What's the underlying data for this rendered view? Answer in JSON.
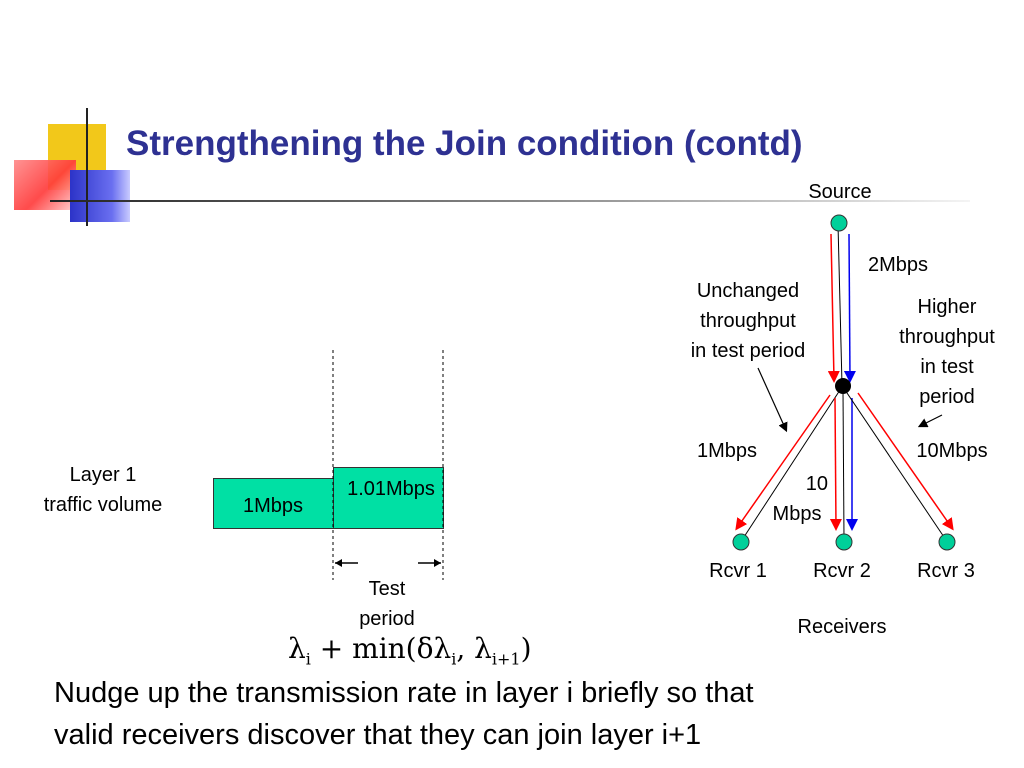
{
  "slide": {
    "title": "Strengthening the Join condition (contd)",
    "bottom_text": {
      "line1": "Nudge up the transmission rate in layer i briefly so that",
      "line2": "valid receivers discover that they can join layer i+1"
    },
    "colors": {
      "title": "#2e3192",
      "bar": "#00e0a4",
      "node": "#00d09a",
      "red_arrow": "#ff0000",
      "blue_arrow": "#0000ee"
    }
  },
  "traffic": {
    "layer_label_1": "Layer 1",
    "layer_label_2": "traffic volume",
    "base_rate": "1Mbps",
    "test_rate": "1.01Mbps",
    "test_label_1": "Test",
    "test_label_2": "period",
    "formula": "λ_i + min(δλ_i, λ_{i+1})"
  },
  "network": {
    "source": "Source",
    "rate_source": "2Mbps",
    "unchanged_1": "Unchanged",
    "unchanged_2": "throughput",
    "unchanged_3": "in test period",
    "higher_1": "Higher",
    "higher_2": "throughput",
    "higher_3": "in test",
    "higher_4": "period",
    "rate_r1": "1Mbps",
    "rate_r2_1": "10",
    "rate_r2_2": "Mbps",
    "rate_r3": "10Mbps",
    "rcvr1": "Rcvr 1",
    "rcvr2": "Rcvr 2",
    "rcvr3": "Rcvr 3",
    "receivers": "Receivers"
  }
}
